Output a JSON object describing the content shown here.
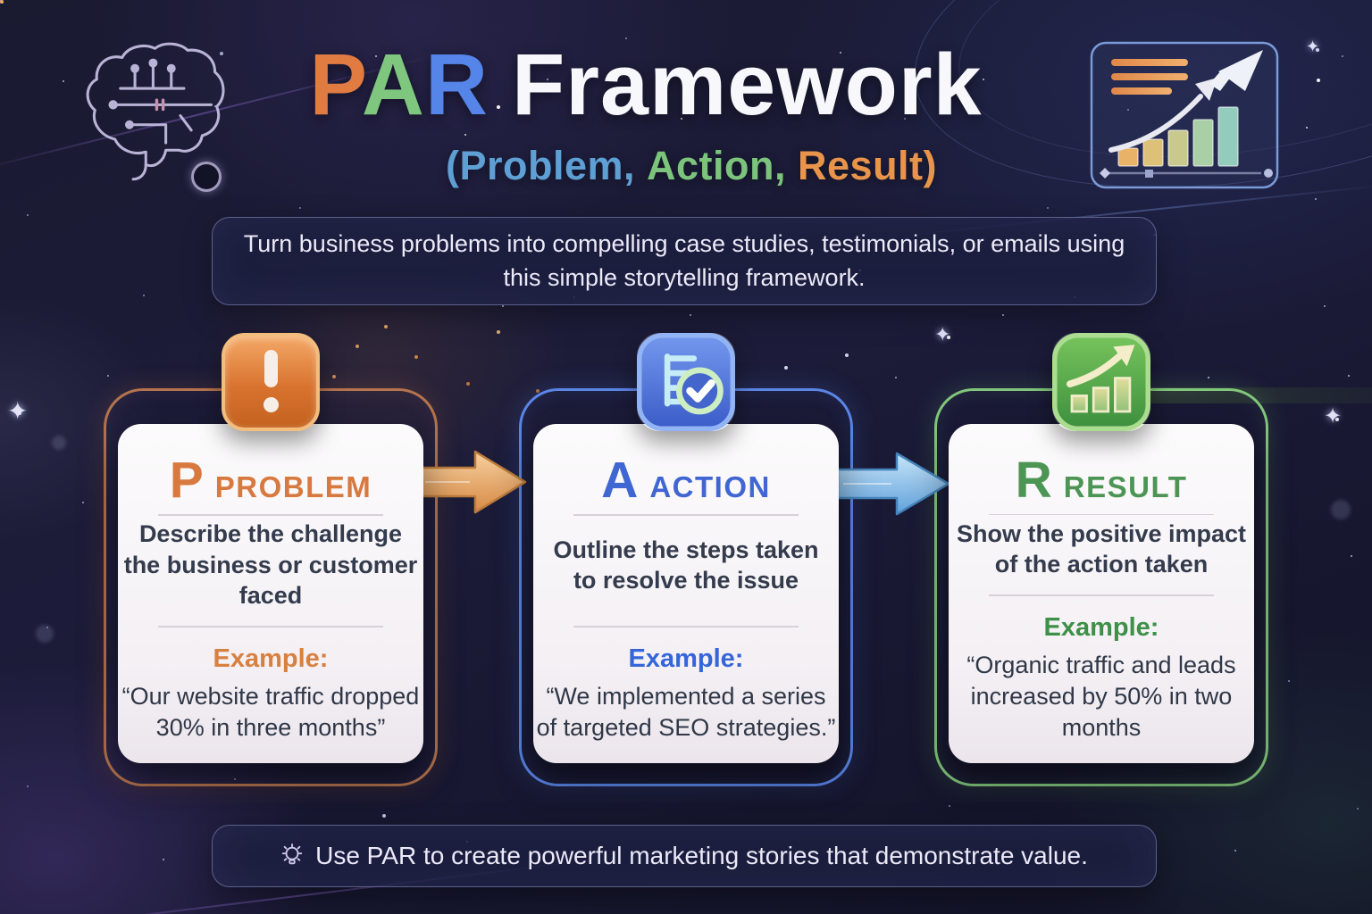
{
  "header": {
    "title": {
      "p": "P",
      "a": "A",
      "r": "R",
      "rest": "Framework"
    },
    "subtitle": {
      "problem": "(Problem,",
      "action": "Action,",
      "result": "Result)"
    }
  },
  "intro": {
    "text": "Turn business problems into compelling case studies, testimonials, or emails using this simple storytelling framework."
  },
  "cards": [
    {
      "letter": "P",
      "title": "PROBLEM",
      "description": "Describe the challenge the business or customer faced",
      "example_label": "Example:",
      "example_text": "“Our website traffic dropped 30% in three months”",
      "accent_color": "#d8793f",
      "icon": "exclamation-icon"
    },
    {
      "letter": "A",
      "title": "ACTION",
      "description": "Outline the steps taken to resolve the issue",
      "example_label": "Example:",
      "example_text": "“We implemented a series of targeted SEO strategies.”",
      "accent_color": "#4066d2",
      "icon": "checklist-check-icon"
    },
    {
      "letter": "R",
      "title": "RESULT",
      "description": "Show the positive impact of the action taken",
      "example_label": "Example:",
      "example_text": "“Organic traffic and leads increased by 50% in two months",
      "accent_color": "#4d9554",
      "icon": "growth-arrow-icon"
    }
  ],
  "footer": {
    "icon": "lightbulb-icon",
    "text": "Use PAR to create powerful marketing stories that demonstrate value."
  },
  "colors": {
    "title_p": "#e07b42",
    "title_a": "#7fc77f",
    "title_r": "#5585e8",
    "title_rest": "#f7f7fc",
    "subtitle_problem": "#5e9fd4",
    "subtitle_action": "#7cc47c",
    "subtitle_result": "#e8944a",
    "arrow_orange": "#e0a060",
    "arrow_blue": "#7ab8e8",
    "background": "#1b1b36"
  }
}
